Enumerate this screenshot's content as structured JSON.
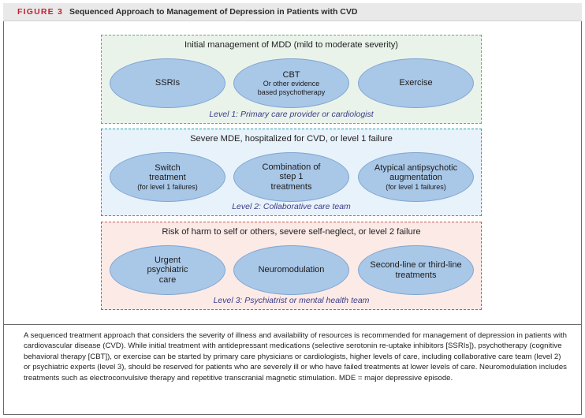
{
  "figure": {
    "label": "FIGURE 3",
    "title": "Sequenced Approach to Management of Depression in Patients with CVD"
  },
  "levels": [
    {
      "title": "Initial management of MDD (mild to moderate severity)",
      "caption": "Level 1: Primary care provider or cardiologist",
      "options": [
        {
          "main": "SSRIs",
          "sub": ""
        },
        {
          "main": "CBT",
          "sub": "Or other evidence based psychotherapy"
        },
        {
          "main": "Exercise",
          "sub": ""
        }
      ]
    },
    {
      "title": "Severe MDE, hospitalized for CVD, or level 1 failure",
      "caption": "Level 2: Collaborative care team",
      "options": [
        {
          "main": "Switch treatment",
          "sub": "(for level 1 failures)"
        },
        {
          "main": "Combination of step 1 treatments",
          "sub": ""
        },
        {
          "main": "Atypical antipsychotic augmentation",
          "sub": "(for level 1 failures)"
        }
      ]
    },
    {
      "title": "Risk of harm to self or others, severe self-neglect, or level 2 failure",
      "caption": "Level 3: Psychiatrist or mental health team",
      "options": [
        {
          "main": "Urgent psychiatric care",
          "sub": ""
        },
        {
          "main": "Neuromodulation",
          "sub": ""
        },
        {
          "main": "Second-line or third-line treatments",
          "sub": ""
        }
      ]
    }
  ],
  "description": "A sequenced treatment approach that considers the severity of illness and availability of resources is recommended for management of depression in patients with cardiovascular disease (CVD). While initial treatment with antidepressant medications (selective serotonin re-uptake inhibitors [SSRIs]), psychotherapy (cognitive behavioral therapy [CBT]), or exercise can be started by primary care physicians or cardiologists, higher levels of care, including collaborative care team (level 2) or psychiatric experts (level 3), should be reserved for patients who are severely ill or who have failed treatments at lower levels of care. Neuromodulation includes treatments such as electroconvulsive therapy and repetitive transcranial magnetic stimulation. MDE = major depressive episode."
}
